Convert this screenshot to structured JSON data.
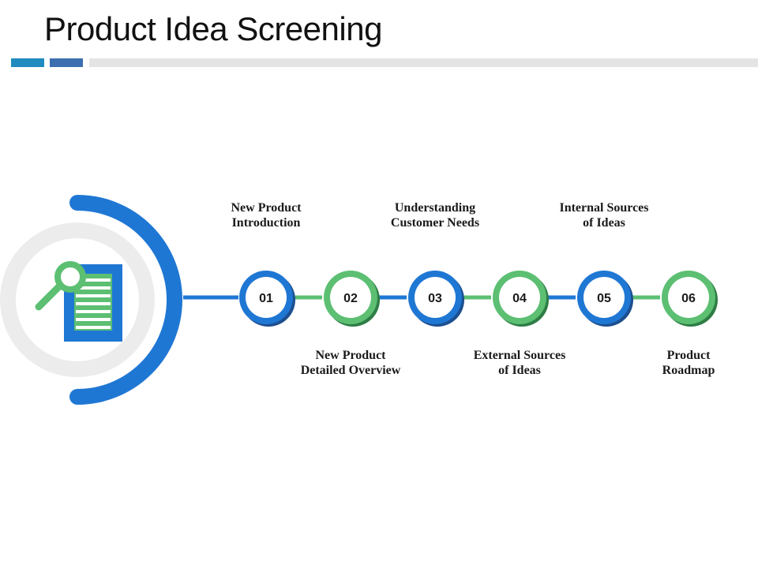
{
  "slide": {
    "title": "Product Idea Screening"
  },
  "theme": {
    "blue": "#1f77d4",
    "green": "#5cbf72",
    "dark_blue": "#1d4f8f",
    "dark_green": "#2e7d45",
    "ring_gray": "#ececec"
  },
  "hub": {
    "icon": "magnifier-document-icon"
  },
  "steps": [
    {
      "number": "01",
      "color": "blue",
      "label_position": "top",
      "label_lines": [
        "New Product",
        "Introduction"
      ]
    },
    {
      "number": "02",
      "color": "green",
      "label_position": "bottom",
      "label_lines": [
        "New Product",
        "Detailed Overview"
      ]
    },
    {
      "number": "03",
      "color": "blue",
      "label_position": "top",
      "label_lines": [
        "Understanding",
        "Customer Needs"
      ]
    },
    {
      "number": "04",
      "color": "green",
      "label_position": "bottom",
      "label_lines": [
        "External Sources",
        "of Ideas"
      ]
    },
    {
      "number": "05",
      "color": "blue",
      "label_position": "top",
      "label_lines": [
        "Internal Sources",
        "of Ideas"
      ]
    },
    {
      "number": "06",
      "color": "green",
      "label_position": "bottom",
      "label_lines": [
        "Product",
        "Roadmap"
      ]
    }
  ]
}
